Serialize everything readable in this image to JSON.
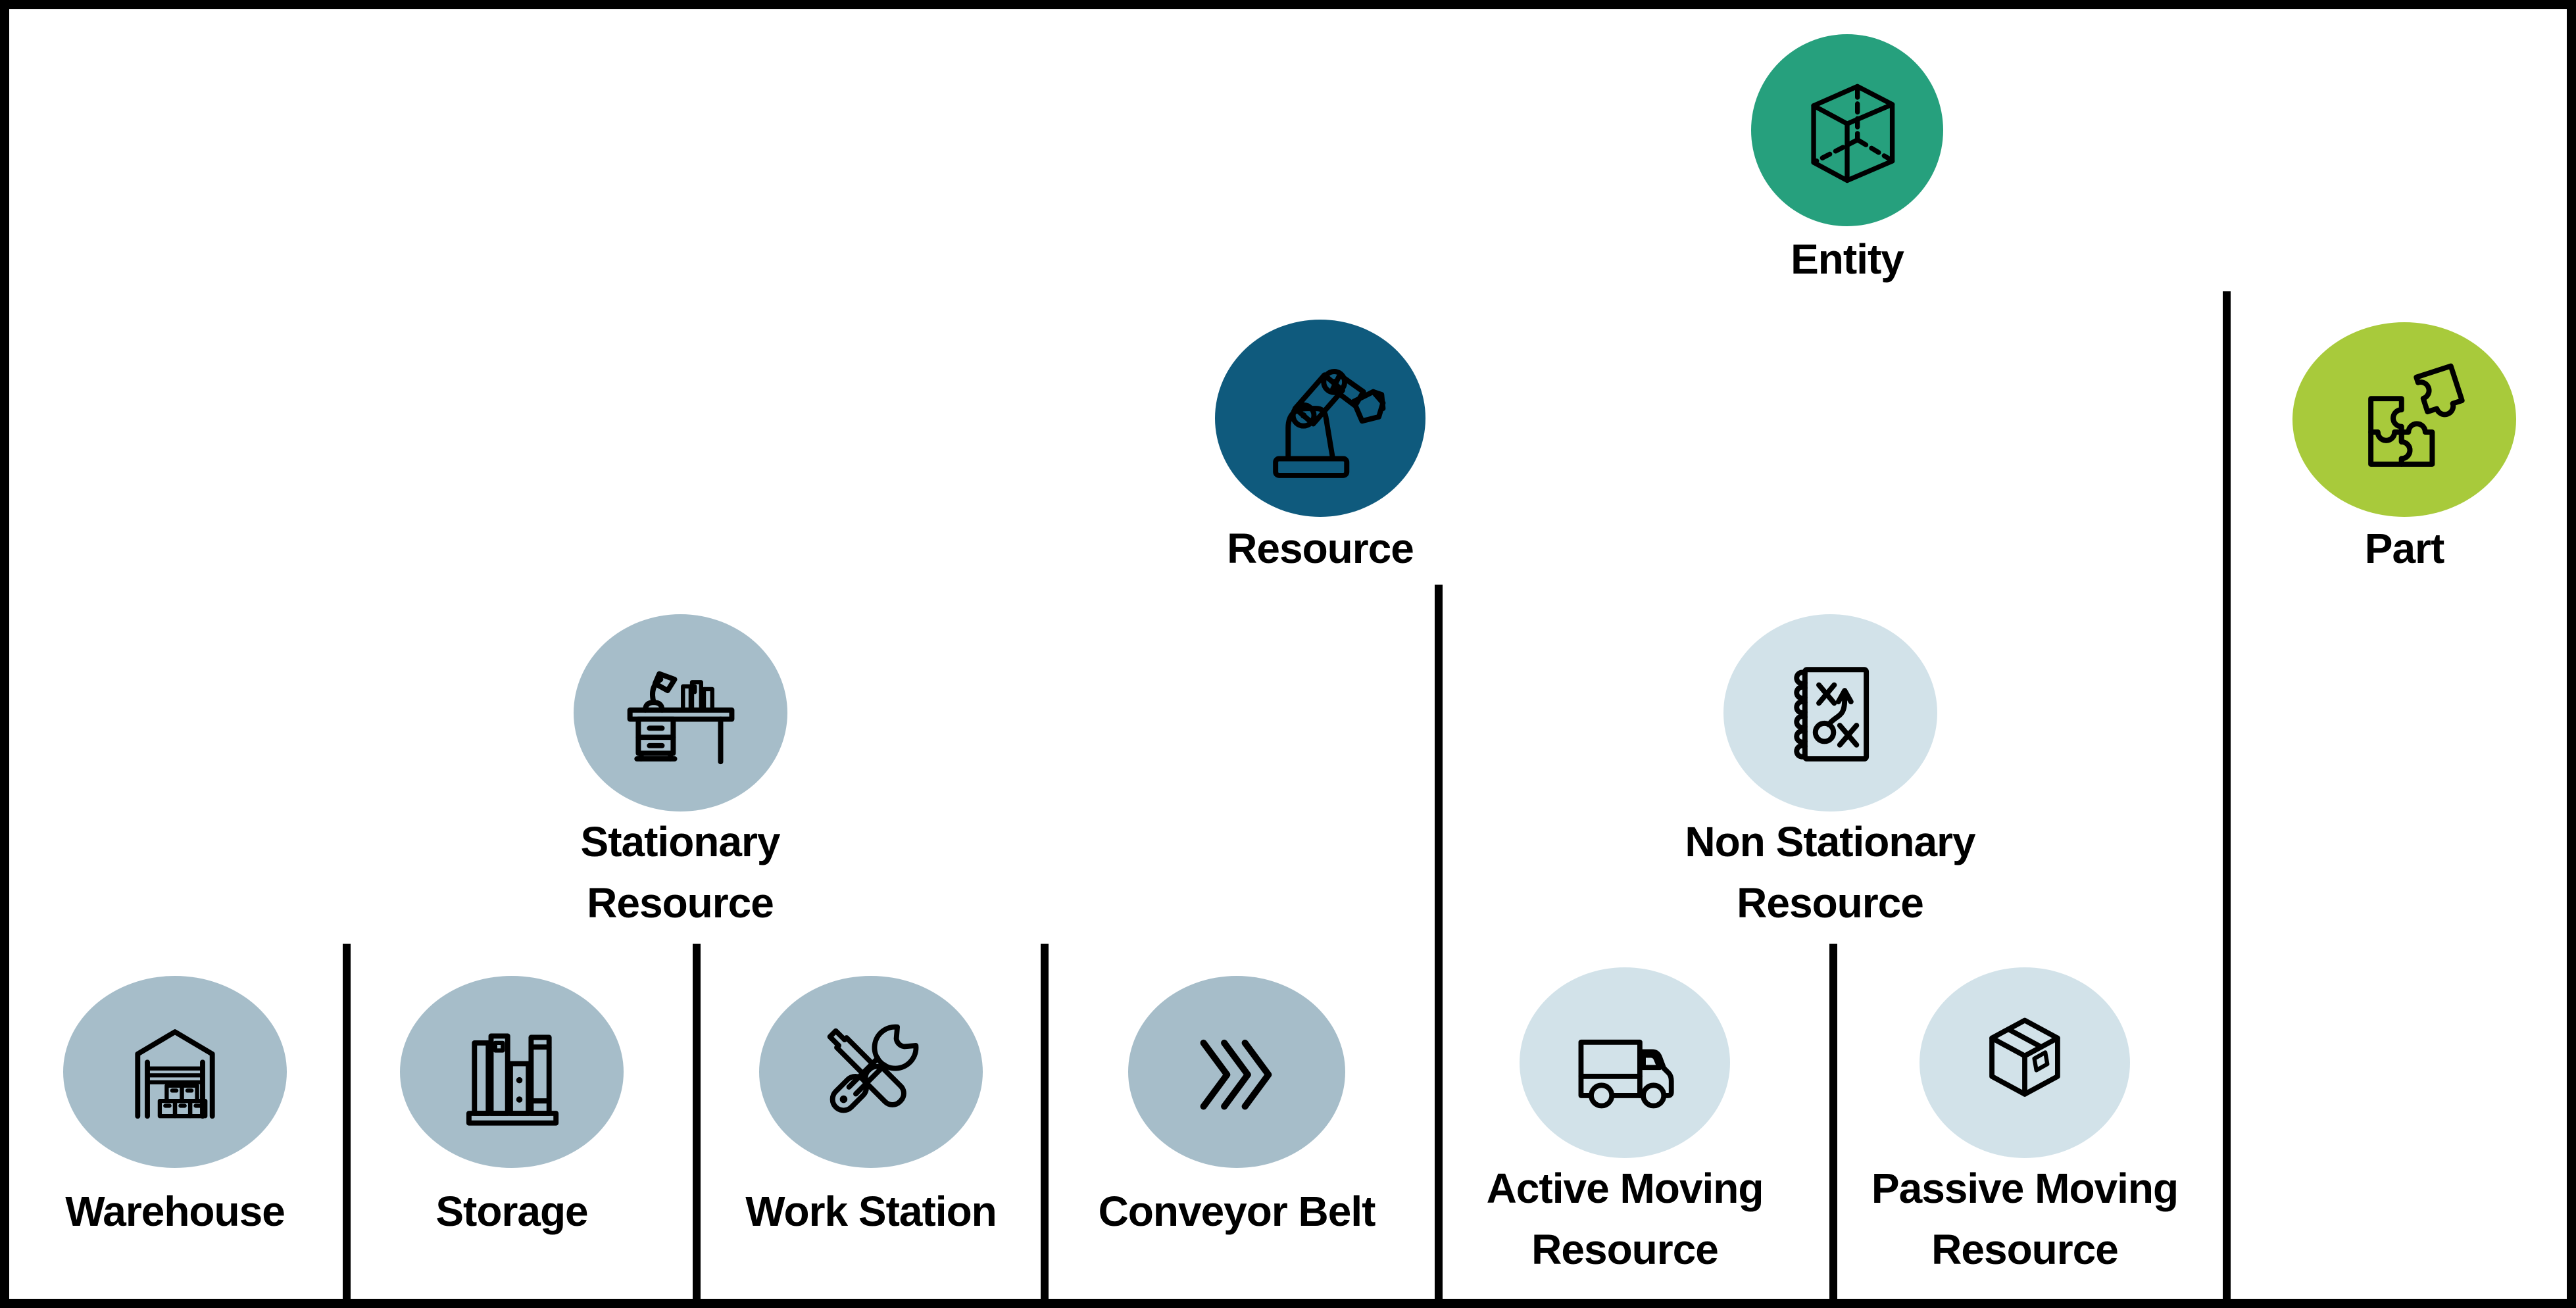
{
  "colors": {
    "entity_fill": "#26a07d",
    "resource_fill": "#0f5a7d",
    "part_fill": "#a8ca3b",
    "stationary_fill": "#a6bdc9",
    "non_stationary_fill": "#d2e2e9",
    "line": "#000000",
    "text": "#000000",
    "background": "#ffffff"
  },
  "hierarchy": {
    "entity": {
      "label": "Entity",
      "icon": "cube-icon"
    },
    "resource": {
      "label": "Resource",
      "icon": "robot-arm-icon"
    },
    "part": {
      "label": "Part",
      "icon": "puzzle-icon"
    },
    "stationary_resource": {
      "label_line1": "Stationary",
      "label_line2": "Resource",
      "icon": "desk-icon"
    },
    "non_stationary_resource": {
      "label_line1": "Non Stationary",
      "label_line2": "Resource",
      "icon": "strategy-notebook-icon"
    },
    "stationary_children": [
      {
        "label": "Warehouse",
        "icon": "warehouse-icon"
      },
      {
        "label": "Storage",
        "icon": "shelf-icon"
      },
      {
        "label": "Work Station",
        "icon": "tools-icon"
      },
      {
        "label": "Conveyor Belt",
        "icon": "chevrons-icon"
      }
    ],
    "non_stationary_children": [
      {
        "label_line1": "Active Moving",
        "label_line2": "Resource",
        "icon": "truck-icon"
      },
      {
        "label_line1": "Passive Moving",
        "label_line2": "Resource",
        "icon": "package-icon"
      }
    ]
  }
}
